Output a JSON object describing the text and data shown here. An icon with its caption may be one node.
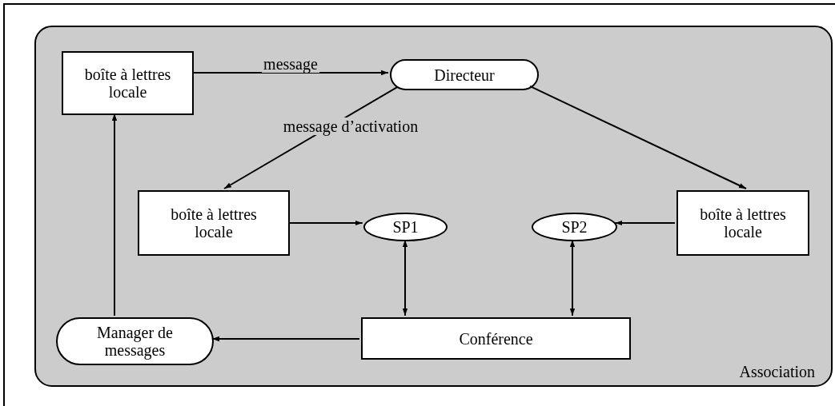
{
  "diagram": {
    "nodes": [
      {
        "text": [
          "Association"
        ]
      },
      {
        "text": [
          "boîte à lettres locale"
        ],
        "in": 0
      },
      {
        "text": [
          "Directeur"
        ],
        "in": 0
      },
      {
        "text": [
          "boîte à lettres locale"
        ],
        "in": 0
      },
      {
        "text": [
          "SP1"
        ],
        "in": 0
      },
      {
        "text": [
          "SP2"
        ],
        "in": 0
      },
      {
        "text": [
          "boîte à lettres locale"
        ],
        "in": 0
      },
      {
        "text": [
          "Manager de messages"
        ],
        "in": 0
      },
      {
        "text": [
          "Conférence"
        ],
        "in": 0
      }
    ],
    "edges": [
      {
        "from": 1,
        "to": 2,
        "arrow": "to",
        "label": "message"
      },
      {
        "from": 2,
        "to": 3,
        "arrow": "to",
        "label": "message d’activation"
      },
      {
        "from": 2,
        "to": 6,
        "arrow": "to"
      },
      {
        "from": 3,
        "to": 4,
        "arrow": "to"
      },
      {
        "from": 6,
        "to": 5,
        "arrow": "to"
      },
      {
        "from": 4,
        "to": 8,
        "arrow": "both"
      },
      {
        "from": 5,
        "to": 8,
        "arrow": "both"
      },
      {
        "from": 8,
        "to": 7,
        "arrow": "to"
      },
      {
        "from": 7,
        "to": 1,
        "arrow": "to"
      }
    ]
  }
}
